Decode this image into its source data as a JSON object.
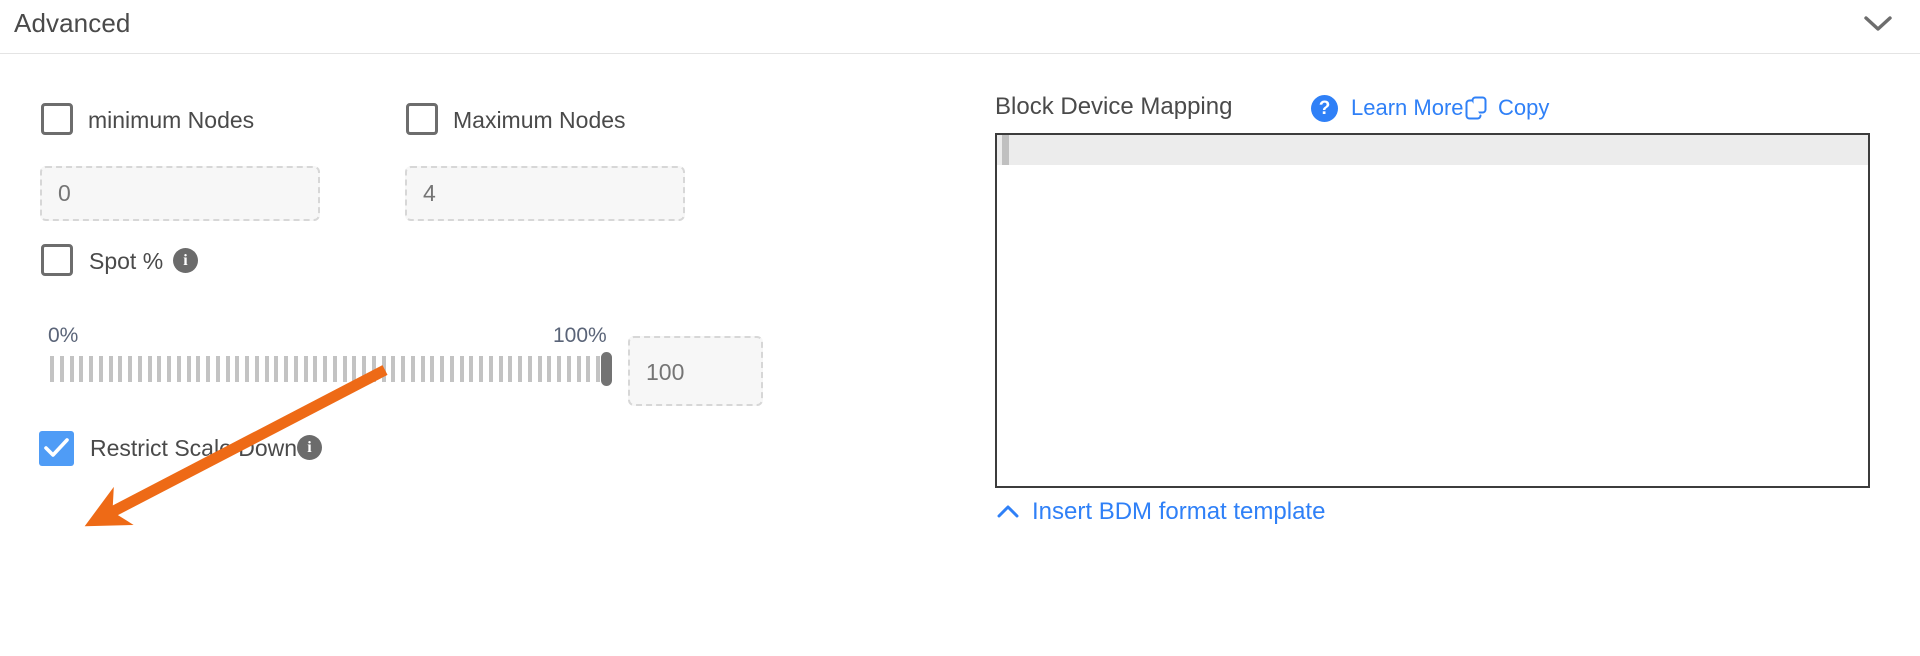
{
  "section": {
    "title": "Advanced",
    "collapse_icon": "chevron-down-icon"
  },
  "left": {
    "minimum_nodes": {
      "label": "minimum Nodes",
      "checked": false,
      "input_placeholder": "0",
      "input_value": ""
    },
    "maximum_nodes": {
      "label": "Maximum Nodes",
      "checked": false,
      "input_placeholder": "4",
      "input_value": ""
    },
    "spot_percent": {
      "label": "Spot %",
      "checked": false,
      "info_icon": "info-icon",
      "info_glyph": "i"
    },
    "slider": {
      "min_label": "0%",
      "max_label": "100%",
      "value": 100,
      "min": 0,
      "max": 100,
      "input_placeholder": "100",
      "input_value": "",
      "tick_count": 58
    },
    "restrict_scale_down": {
      "label": "Restrict Scale Down",
      "checked": true,
      "check_glyph": "checkmark-icon",
      "info_icon": "info-icon",
      "info_glyph": "i"
    }
  },
  "right": {
    "title": "Block Device Mapping",
    "learn_more": {
      "label": "Learn More",
      "icon": "question-mark-icon",
      "icon_glyph": "?"
    },
    "copy": {
      "label": "Copy",
      "icon": "copy-icon"
    },
    "editor": {
      "value": "",
      "active_line": 1
    },
    "insert_template": {
      "label": "Insert BDM format template",
      "icon": "chevron-up-icon"
    }
  },
  "annotation": {
    "type": "arrow",
    "color": "#ee6a16",
    "points_to": "restrict-scale-down-checkbox"
  },
  "colors": {
    "accent_blue": "#2f80f7",
    "checkbox_blue": "#4f9cf6",
    "annotation_orange": "#ee6a16",
    "text_gray": "#4a4a4a",
    "muted_gray": "#9b9b9b",
    "tick_gray": "#c3c3c3"
  }
}
